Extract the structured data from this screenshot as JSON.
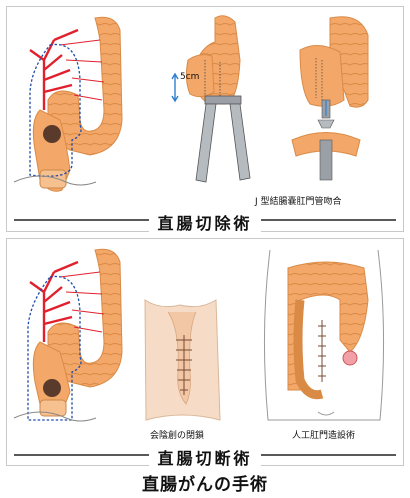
{
  "sections": {
    "resection": {
      "title": "直腸切除術",
      "measure": "5cm",
      "caption": "J 型結腸嚢肛門管吻合"
    },
    "transection": {
      "title": "直腸切断術",
      "caption_left": "会陰創の閉鎖",
      "caption_right": "人工肛門造設術"
    }
  },
  "page_title": "直腸がんの手術",
  "colors": {
    "colon": "#f3a86a",
    "colon_dark": "#d98a45",
    "vessel": "#e0212d",
    "dotted_outline": "#1f4aa8",
    "tumor": "#5a3a2a",
    "instrument": "#9aa0a6",
    "skin": "#f6dcc6",
    "arrow_blue": "#2f7fd0"
  }
}
